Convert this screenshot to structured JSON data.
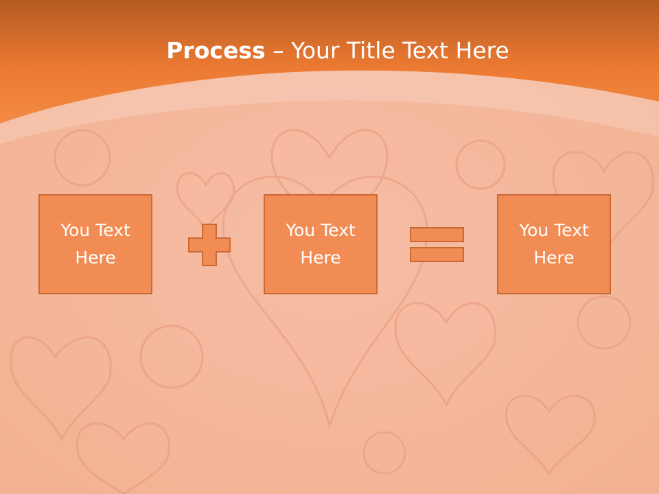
{
  "title": {
    "bold": "Process",
    "dash": " – ",
    "rest": "Your Title Text Here"
  },
  "boxes": [
    {
      "label": "You Text Here"
    },
    {
      "label": "You Text Here"
    },
    {
      "label": "You Text Here"
    }
  ],
  "operators": {
    "plus": "plus-icon",
    "equals": "equals-icon"
  },
  "colors": {
    "header": "#f07a2c",
    "box_fill": "#f08c54",
    "box_border": "#c96a35",
    "background": "#f4b89c"
  }
}
